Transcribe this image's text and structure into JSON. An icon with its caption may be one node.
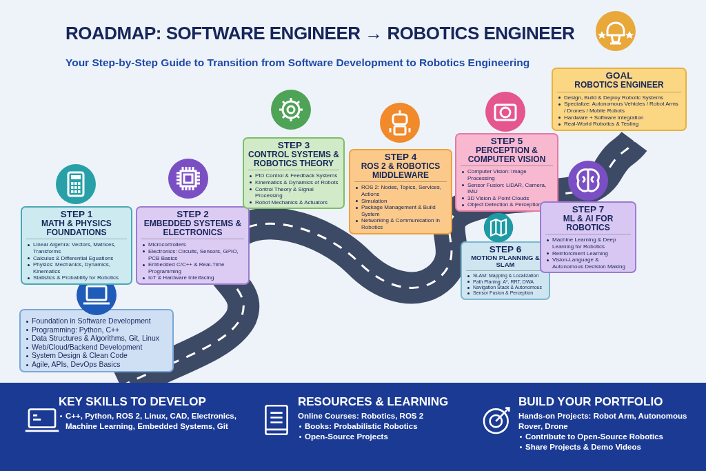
{
  "diagram": {
    "title": "ROADMAP: SOFTWARE ENGINEER → ROBOTICS ENGINEER",
    "labels": [
      "Your Step-by-Step Guide to Transition from Software Development to Robotics Engineering"
    ],
    "nodes": [
      {
        "text": [
          "Foundation in Software Development",
          "Programming: Python, C++",
          "Data Structures & Algorithms, Git, Linux",
          "Web/Cloud/Backend Development",
          "System Design & Clean Code",
          "Agile, APIs, DevOps Basics"
        ]
      },
      {
        "text": [
          "STEP 1",
          "MATH & PHYSICS FOUNDATIONS",
          "Linear Algehra: Vectors, Matrices, Transforms",
          "Calculus & Differential Eguations",
          "Physics: Mechanics, Dynamics, Kinematics",
          "Statistics & Probability for Robotics"
        ]
      },
      {
        "text": [
          "STEP 2",
          "EMBEDDED SYSTEMS & ELECTRONICS",
          "Microcortrollers",
          "Electronics: Circuits, Sensors, GPIO, PCB Basics",
          "Embedded C/C++ & Real-Time Programming",
          "IoT & Hardware Interfacing"
        ]
      },
      {
        "text": [
          "STEP 3",
          "CONTROL SYSTEMS & ROBOTICS THEORY",
          "PID Control & Feedback Systems",
          "Kinematics & Dynamics of Robots",
          "Control Theory & Signal Processing",
          "Robot Mechanics & Actuators"
        ]
      },
      {
        "text": [
          "STEP 4",
          "ROS 2 & ROBOTICS MIDDLEWARE",
          "ROS 2: Nodes, Topics, Services, Actions",
          "Simulation",
          "Package Management & Build System",
          "Networking & Communication in Robotics"
        ]
      },
      {
        "text": [
          "STEP 5",
          "PERCEPTION & COMPUTER VISION",
          "Computer Vision: Image Processing",
          "Sensor Fusion: LiDAR, Camera, IMU",
          "3D Vision & Point Clouds",
          "Object Detection & Perception"
        ]
      },
      {
        "text": [
          "STEP 6",
          "MOTION PLANNING & SLAM",
          "SLAM: Mapping & Localization",
          "Path Planing: A*, RRT, DWA",
          "Navigation Stack & Autonomous",
          "Sensor Fusion & Perception"
        ]
      },
      {
        "text": [
          "STEP 7",
          "ML & AI FOR ROBOTICS",
          "Machine Learning & Deep Learning for Robotics",
          "Reinforcment Learning",
          "Vision-Language & Autonomous Decision Making"
        ]
      },
      {
        "text": [
          "GOAL",
          "ROBOTICS ENGINEER",
          "Design, Build & Deploy Robotic Systems",
          "Specialize: Autonomous Vehicles / Robot Arms / Drones / Mobile Robots",
          "Hardware + Software Integration",
          "Real-World Robotics & Testing"
        ]
      },
      {
        "text": [],
        "shape": "bar"
      },
      {
        "text": [
          "KEY SKILLS TO DEVELOP",
          "C++, Python, ROS 2, Linux, CAD, Electronics, Machine Learning, Embedded Systems, Git"
        ],
        "in": 9
      },
      {
        "text": [
          "RESOURCES & LEARNING",
          "Online Courses: Robotics, ROS 2",
          "Books: Probabilistic Robotics",
          "Open-Source Projects"
        ],
        "in": 9
      },
      {
        "text": [
          "BUILD YOUR PORTFOLIO",
          "Hands-on Projects: Robot Arm, Autonomous Rover, Drone",
          "Contribute to Open-Source Robotics",
          "Share Projects & Demo Videos"
        ],
        "in": 9
      }
    ]
  }
}
